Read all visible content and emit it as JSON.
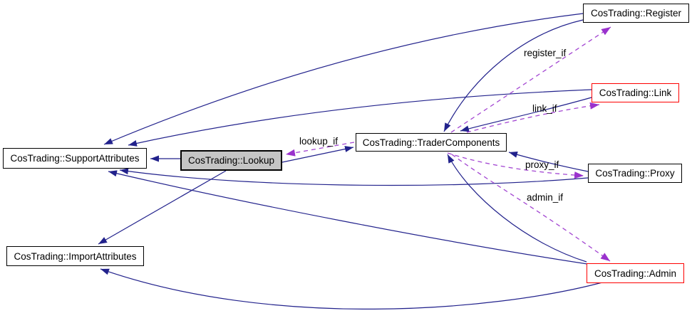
{
  "diagram": {
    "type": "class-collaboration-graph",
    "colors": {
      "background": "#ffffff",
      "inheritance_edge": "#22228c",
      "usage_edge": "#a346d2",
      "usage_arrow": "#9a32cd",
      "node_border": "#000000",
      "highlight_border": "#fe0000",
      "selected_node_fill": "#c5c5c5",
      "node_fill": "#ffffff",
      "text": "#000000"
    },
    "nodes": [
      {
        "id": "support_attributes",
        "label": "CosTrading::SupportAttributes",
        "selected": false,
        "highlighted": false
      },
      {
        "id": "lookup",
        "label": "CosTrading::Lookup",
        "selected": true,
        "highlighted": false
      },
      {
        "id": "trader_components",
        "label": "CosTrading::TraderComponents",
        "selected": false,
        "highlighted": false
      },
      {
        "id": "register",
        "label": "CosTrading::Register",
        "selected": false,
        "highlighted": false
      },
      {
        "id": "link",
        "label": "CosTrading::Link",
        "selected": false,
        "highlighted": true
      },
      {
        "id": "proxy",
        "label": "CosTrading::Proxy",
        "selected": false,
        "highlighted": false
      },
      {
        "id": "admin",
        "label": "CosTrading::Admin",
        "selected": false,
        "highlighted": true
      },
      {
        "id": "import_attributes",
        "label": "CosTrading::ImportAttributes",
        "selected": false,
        "highlighted": false
      }
    ],
    "edge_labels": [
      {
        "id": "lookup_if",
        "text": "lookup_if"
      },
      {
        "id": "register_if",
        "text": "register_if"
      },
      {
        "id": "link_if",
        "text": "link_if"
      },
      {
        "id": "proxy_if",
        "text": "proxy_if"
      },
      {
        "id": "admin_if",
        "text": "admin_if"
      }
    ],
    "edges": [
      {
        "from": "lookup",
        "to": "support_attributes",
        "type": "inheritance"
      },
      {
        "from": "lookup",
        "to": "trader_components",
        "type": "inheritance"
      },
      {
        "from": "lookup",
        "to": "import_attributes",
        "type": "inheritance"
      },
      {
        "from": "register",
        "to": "support_attributes",
        "type": "inheritance"
      },
      {
        "from": "register",
        "to": "trader_components",
        "type": "inheritance"
      },
      {
        "from": "link",
        "to": "support_attributes",
        "type": "inheritance"
      },
      {
        "from": "link",
        "to": "trader_components",
        "type": "inheritance"
      },
      {
        "from": "proxy",
        "to": "support_attributes",
        "type": "inheritance"
      },
      {
        "from": "proxy",
        "to": "trader_components",
        "type": "inheritance"
      },
      {
        "from": "admin",
        "to": "support_attributes",
        "type": "inheritance"
      },
      {
        "from": "admin",
        "to": "trader_components",
        "type": "inheritance"
      },
      {
        "from": "admin",
        "to": "import_attributes",
        "type": "inheritance"
      },
      {
        "from": "trader_components",
        "to": "lookup",
        "type": "usage",
        "label": "lookup_if"
      },
      {
        "from": "trader_components",
        "to": "register",
        "type": "usage",
        "label": "register_if"
      },
      {
        "from": "trader_components",
        "to": "link",
        "type": "usage",
        "label": "link_if"
      },
      {
        "from": "trader_components",
        "to": "proxy",
        "type": "usage",
        "label": "proxy_if"
      },
      {
        "from": "trader_components",
        "to": "admin",
        "type": "usage",
        "label": "admin_if"
      }
    ]
  }
}
